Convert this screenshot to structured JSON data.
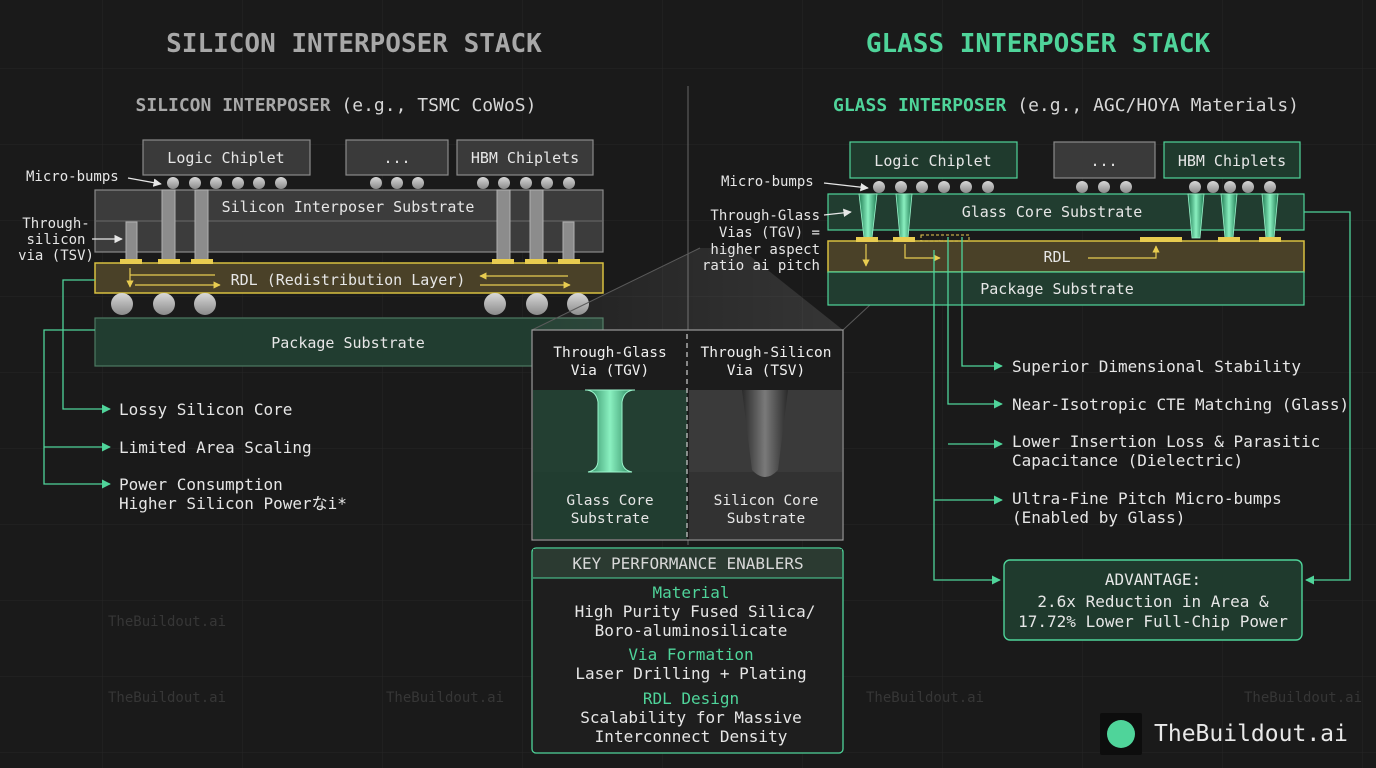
{
  "titles": {
    "left": "SILICON INTERPOSER STACK",
    "right": "GLASS INTERPOSER STACK"
  },
  "silicon": {
    "heading_bold": "SILICON INTERPOSER",
    "heading_rest": " (e.g., TSMC CoWoS)",
    "chiplets": [
      "Logic Chiplet",
      "...",
      "HBM Chiplets"
    ],
    "label_microbumps": "Micro-bumps",
    "label_tsv_lines": [
      "Through-",
      "silicon",
      "via (TSV)"
    ],
    "substrate": "Silicon Interposer Substrate",
    "rdl": "RDL (Redistribution Layer)",
    "package": "Package Substrate",
    "drawbacks": [
      "Lossy Silicon Core",
      "Limited Area Scaling"
    ],
    "drawback_power_lines": [
      "Power Consumption",
      "Higher Silicon Powerなi*"
    ]
  },
  "glass": {
    "heading_bold": "GLASS INTERPOSER",
    "heading_rest": " (e.g., AGC/HOYA Materials)",
    "chiplets": [
      "Logic Chiplet",
      "...",
      "HBM Chiplets"
    ],
    "label_microbumps": "Micro-bumps",
    "label_tgv_lines": [
      "Through-Glass",
      "Vias (TGV) =",
      "higher aspect",
      "ratio ai pitch"
    ],
    "core": "Glass Core Substrate",
    "rdl": "RDL",
    "package": "Package Substrate",
    "benefits": [
      [
        "Superior Dimensional Stability"
      ],
      [
        "Near-Isotropic CTE Matching (Glass)"
      ],
      [
        "Lower Insertion Loss & Parasitic",
        "Capacitance (Dielectric)"
      ],
      [
        "Ultra-Fine Pitch Micro-bumps",
        "(Enabled by Glass)"
      ]
    ],
    "advantage_title": "ADVANTAGE:",
    "advantage_lines": [
      "2.6x Reduction in Area &",
      "17.72% Lower Full-Chip Power"
    ]
  },
  "compare": {
    "tgv_lines": [
      "Through-Glass",
      "Via (TGV)"
    ],
    "tsv_lines": [
      "Through-Silicon",
      "Via (TSV)"
    ],
    "glass_core_lines": [
      "Glass Core",
      "Substrate"
    ],
    "silicon_core_lines": [
      "Silicon Core",
      "Substrate"
    ]
  },
  "enablers": {
    "title": "KEY PERFORMANCE ENABLERS",
    "sections": [
      {
        "heading": "Material",
        "lines": [
          "High Purity Fused Silica/",
          "Boro-aluminosilicate"
        ]
      },
      {
        "heading": "Via Formation",
        "lines": [
          "Laser Drilling + Plating"
        ]
      },
      {
        "heading": "RDL Design",
        "lines": [
          "Scalability for Massive",
          "Interconnect Density"
        ]
      }
    ]
  },
  "watermark": "TheBuildout.ai",
  "brand": "TheBuildout.ai",
  "colors": {
    "background": "#1a1a1a",
    "accent_green": "#4fd49a",
    "rdl_gold": "#d8c040",
    "panel_green": "#213d30"
  }
}
